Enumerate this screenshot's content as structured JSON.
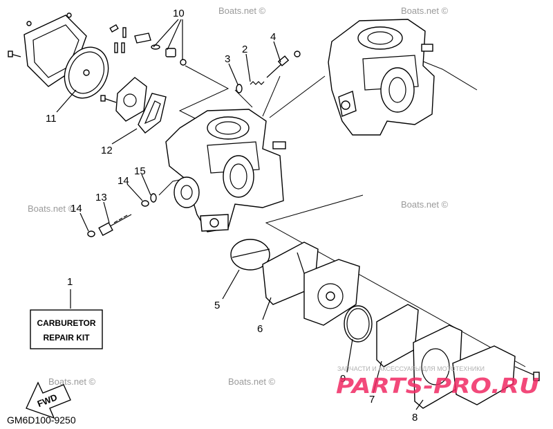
{
  "diagram": {
    "code": "GM6D100-9250",
    "kit_label_line1": "CARBURETOR",
    "kit_label_line2": "REPAIR KIT",
    "fwd_label": "FWD",
    "watermarks": [
      "Boats.net ©",
      "Boats.net ©",
      "Boats.net ©",
      "Boats.net ©",
      "Boats.net ©",
      "Boats.net ©"
    ],
    "shop_watermark_small": "ЗАПЧАСТИ И АКСЕССУАРЫ ДЛЯ МОТОТЕХНИКИ",
    "shop_watermark_logo": "PARTS-PRO.RU",
    "callouts": [
      "10",
      "4",
      "2",
      "3",
      "11",
      "12",
      "15",
      "14",
      "13",
      "14",
      "1",
      "5",
      "6",
      "9",
      "7",
      "8"
    ]
  }
}
